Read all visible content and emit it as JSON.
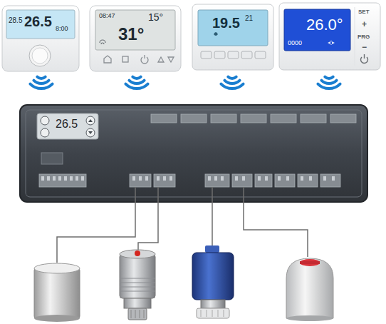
{
  "diagram": {
    "nodes": [
      {
        "text": [
          "28.5",
          "26.5",
          "8:00"
        ]
      },
      {
        "text": [
          "08:47",
          "15°",
          "31°"
        ]
      },
      {
        "text": [
          "19.5",
          "21"
        ]
      },
      {
        "text": [
          "26.0°",
          "0000",
          "SET",
          "+",
          "PRG",
          "−"
        ]
      },
      {
        "text": [
          "26.5"
        ]
      }
    ]
  }
}
